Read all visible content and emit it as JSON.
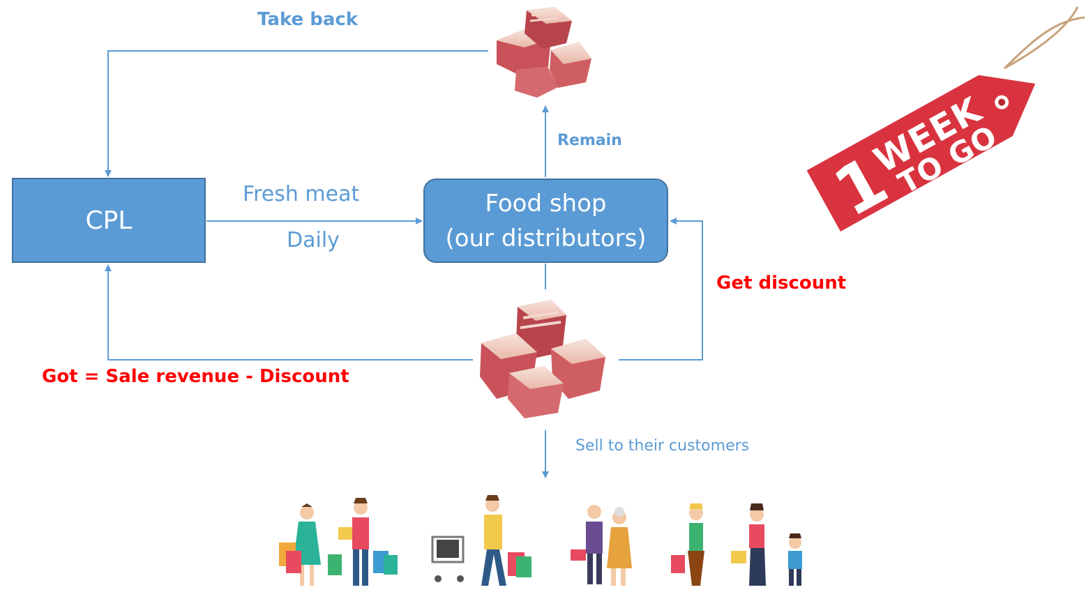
{
  "nodes": {
    "cpl": "CPL",
    "food_shop_line1": "Food shop",
    "food_shop_line2": "(our distributors)"
  },
  "edges": {
    "fresh_meat": "Fresh meat",
    "daily": "Daily",
    "take_back": "Take back",
    "remain": "Remain",
    "get_discount": "Get discount",
    "got_revenue": "Got = Sale revenue - Discount",
    "sell_to_customers": "Sell to their customers"
  },
  "tag": {
    "number": "1",
    "line1": "WEEK",
    "line2": "TO GO"
  },
  "colors": {
    "box_fill": "#5b9bd5",
    "box_border": "#41719c",
    "arrow": "#5b9bd5",
    "label_blue": "#5b9bd5",
    "label_red": "#ff0000",
    "tag_red": "#d9333f"
  }
}
